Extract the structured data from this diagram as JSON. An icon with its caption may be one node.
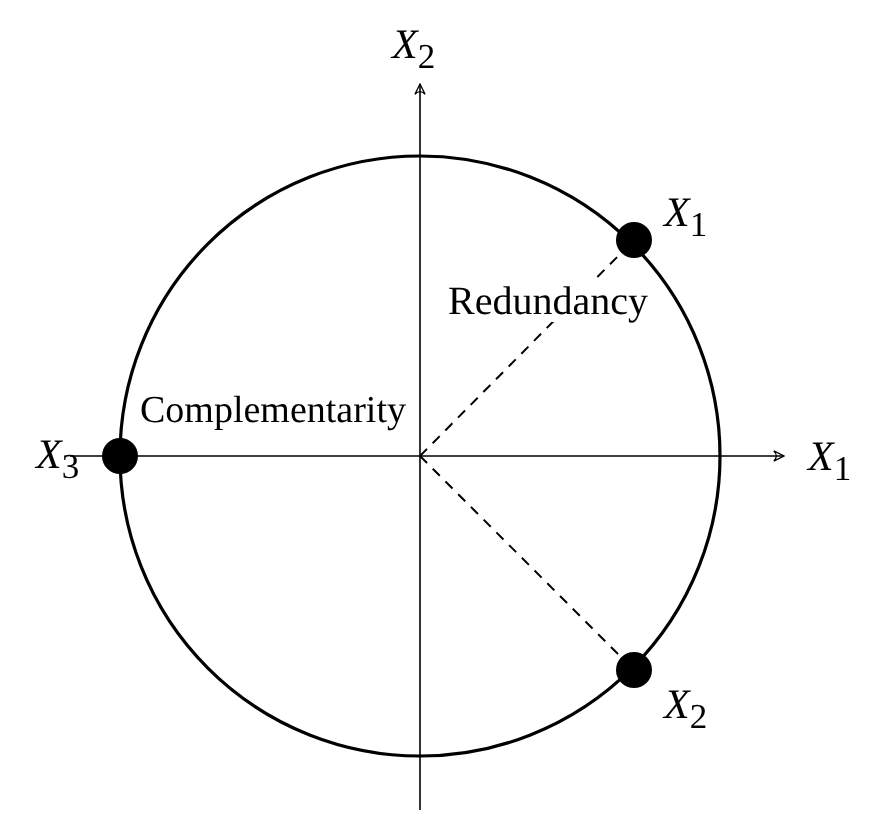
{
  "diagram": {
    "nodes": [
      {
        "text": [],
        "shape": "circle",
        "beside": [
          "*X*$_{1}$"
        ]
      },
      {
        "text": [],
        "shape": "circle",
        "beside": [
          "*X*$_{2}$"
        ]
      },
      {
        "text": [],
        "shape": "circle",
        "beside": [
          "*X*$_{3}$"
        ]
      }
    ],
    "edges": [
      {
        "from": null,
        "to": 0,
        "arrow": "none",
        "style": "dashed"
      },
      {
        "from": null,
        "to": 1,
        "arrow": "none",
        "style": "dashed"
      }
    ],
    "labels": [
      "*X*$_{2}$",
      "*X*$_{1}$",
      "Redundancy",
      "Complementarity"
    ]
  }
}
